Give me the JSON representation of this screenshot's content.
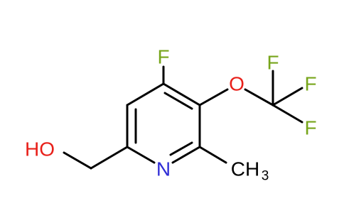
{
  "molecule": {
    "atoms": {
      "f_ring": {
        "text": "F",
        "element": "fluorine",
        "color": "#77A51B"
      },
      "o_ether": {
        "text": "O",
        "element": "oxygen",
        "color": "#E8201A"
      },
      "f_cf3_top": {
        "text": "F",
        "element": "fluorine",
        "color": "#77A51B"
      },
      "f_cf3_right": {
        "text": "F",
        "element": "fluorine",
        "color": "#77A51B"
      },
      "f_cf3_bottom": {
        "text": "F",
        "element": "fluorine",
        "color": "#77A51B"
      },
      "n_ring": {
        "text": "N",
        "element": "nitrogen",
        "color": "#2F2DD6"
      },
      "hydroxyl": {
        "text": "HO",
        "element": "oxygen",
        "color": "#E8201A"
      },
      "methyl": {
        "text": "CH",
        "subscript": "3",
        "element": "carbon",
        "color": "#000000"
      }
    },
    "bond_color": "#000000"
  }
}
